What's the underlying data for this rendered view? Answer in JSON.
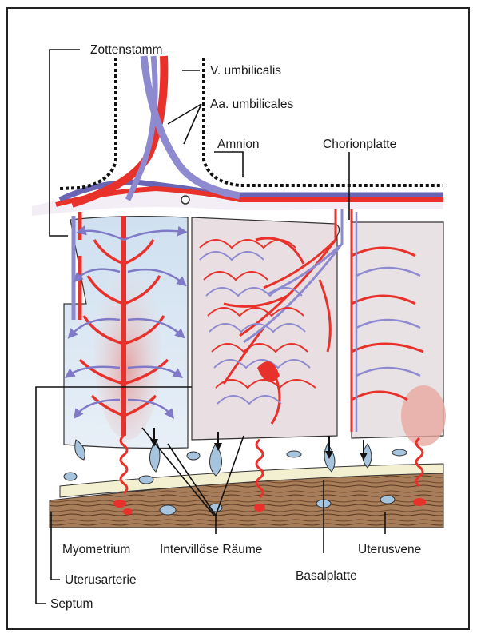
{
  "diagram": {
    "colors": {
      "artery": "#e8312a",
      "vein": "#8e8ad0",
      "vein_dark": "#5e58a8",
      "blood_space": "#bcd2ea",
      "villus_fill": "#d9cfd6",
      "myometrium": "#a87d5a",
      "basal_plate": "#f3f0d2"
    },
    "labels": {
      "zottenstamm": "Zottenstamm",
      "v_umbilicalis": "V. umbilicalis",
      "aa_umbilicales": "Aa. umbilicales",
      "amnion": "Amnion",
      "chorionplatte": "Chorionplatte",
      "myometrium": "Myometrium",
      "intervillose_raume": "Intervillöse Räume",
      "uterusvene": "Uterusvene",
      "uterusarterie": "Uterusarterie",
      "basalplatte": "Basalplatte",
      "septum": "Septum"
    }
  }
}
